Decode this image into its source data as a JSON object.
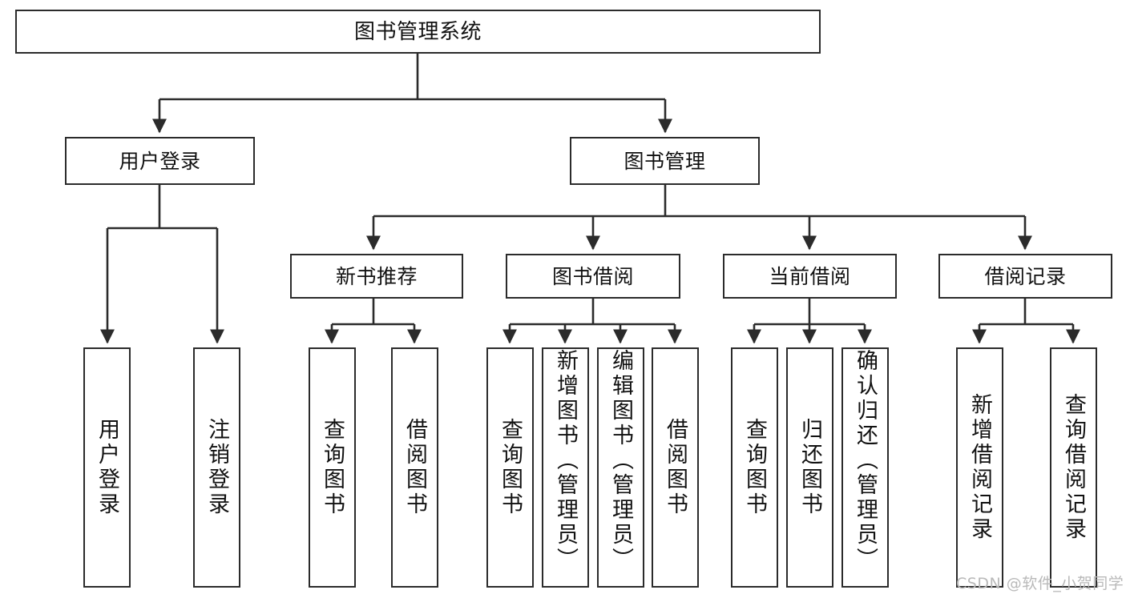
{
  "diagram": {
    "type": "tree-hierarchy-chart",
    "title": "图书管理系统",
    "stroke_color": "#2b2b2b",
    "fill_color": "#ffffff",
    "text_color": "#111111",
    "nodes": {
      "root": {
        "label": "图书管理系统"
      },
      "level2": [
        {
          "id": "user-login",
          "label": "用户登录"
        },
        {
          "id": "book-management",
          "label": "图书管理"
        }
      ],
      "level3": [
        {
          "id": "new-book-recommend",
          "label": "新书推荐"
        },
        {
          "id": "book-borrow",
          "label": "图书借阅"
        },
        {
          "id": "current-borrow",
          "label": "当前借阅"
        },
        {
          "id": "borrow-record",
          "label": "借阅记录"
        }
      ],
      "leaves": [
        {
          "id": "leaf-user-login",
          "label": "用户登录",
          "align": "center"
        },
        {
          "id": "leaf-logout",
          "label": "注销登录",
          "align": "center"
        },
        {
          "id": "leaf-query-book-1",
          "label": "查询图书",
          "align": "center"
        },
        {
          "id": "leaf-borrow-book-1",
          "label": "借阅图书",
          "align": "center"
        },
        {
          "id": "leaf-query-book-2",
          "label": "查询图书",
          "align": "center"
        },
        {
          "id": "leaf-add-book-admin",
          "label": "新增图书（管理员）",
          "align": "top"
        },
        {
          "id": "leaf-edit-book-admin",
          "label": "编辑图书（管理员）",
          "align": "top"
        },
        {
          "id": "leaf-borrow-book-2",
          "label": "借阅图书",
          "align": "center"
        },
        {
          "id": "leaf-query-book-3",
          "label": "查询图书",
          "align": "center"
        },
        {
          "id": "leaf-return-book",
          "label": "归还图书",
          "align": "center"
        },
        {
          "id": "leaf-confirm-return-admin",
          "label": "确认归还（管理员）",
          "align": "top"
        },
        {
          "id": "leaf-add-borrow-record",
          "label": "新增借阅记录",
          "align": "center"
        },
        {
          "id": "leaf-query-borrow-record",
          "label": "查询借阅记录",
          "align": "center"
        }
      ]
    }
  },
  "watermark": {
    "text": "CSDN @软件_小贺同学"
  }
}
